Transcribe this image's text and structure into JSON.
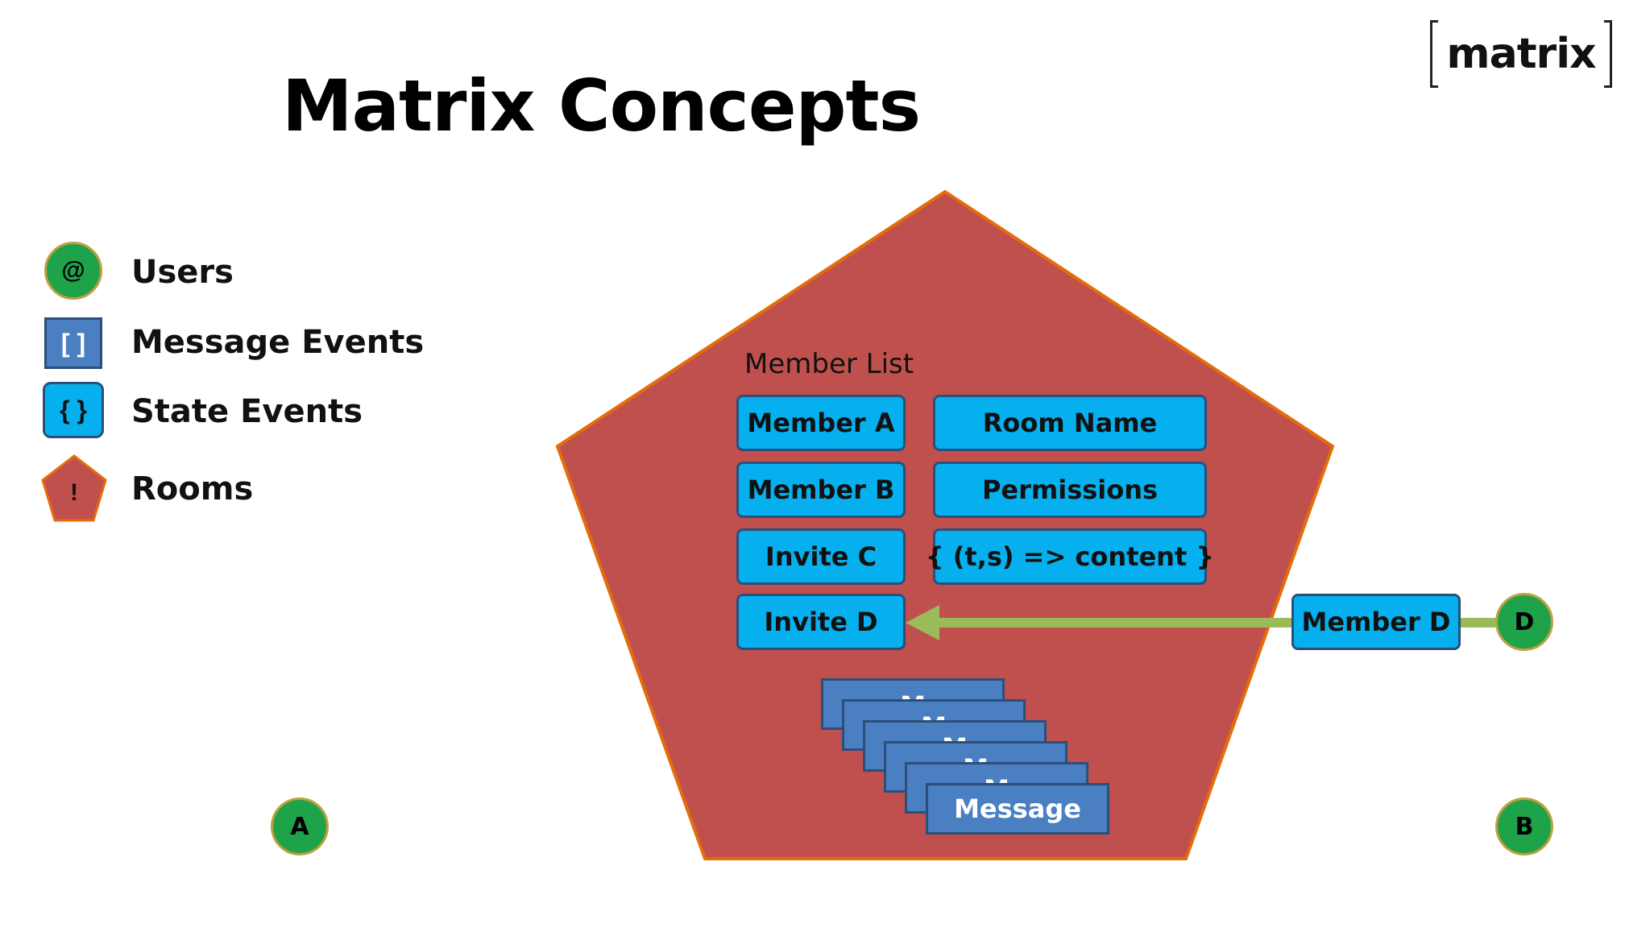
{
  "slide": {
    "title": "Matrix Concepts",
    "logo": "matrix"
  },
  "legend": {
    "items": [
      {
        "glyph": "@",
        "label": "Users"
      },
      {
        "glyph": "[ ]",
        "label": "Message Events"
      },
      {
        "glyph": "{ }",
        "label": "State Events"
      },
      {
        "glyph": "!",
        "label": "Rooms"
      }
    ]
  },
  "room": {
    "caption": "Member List",
    "state_events": [
      "Member A",
      "Room Name",
      "Member B",
      "Permissions",
      "Invite C",
      "{ (t,s) => content }",
      "Invite D"
    ],
    "messages": [
      "M",
      "M",
      "M",
      "M",
      "M",
      "Message"
    ]
  },
  "external": {
    "member_event": "Member D",
    "user_d": "D"
  },
  "users": {
    "a": "A",
    "b": "B"
  },
  "colors": {
    "room_fill": "#c0504d",
    "room_stroke": "#e46c0a",
    "state_fill": "#06b0ee",
    "message_fill": "#4a7fc1",
    "user_fill": "#1ea24a",
    "arrow": "#9bbb59"
  }
}
